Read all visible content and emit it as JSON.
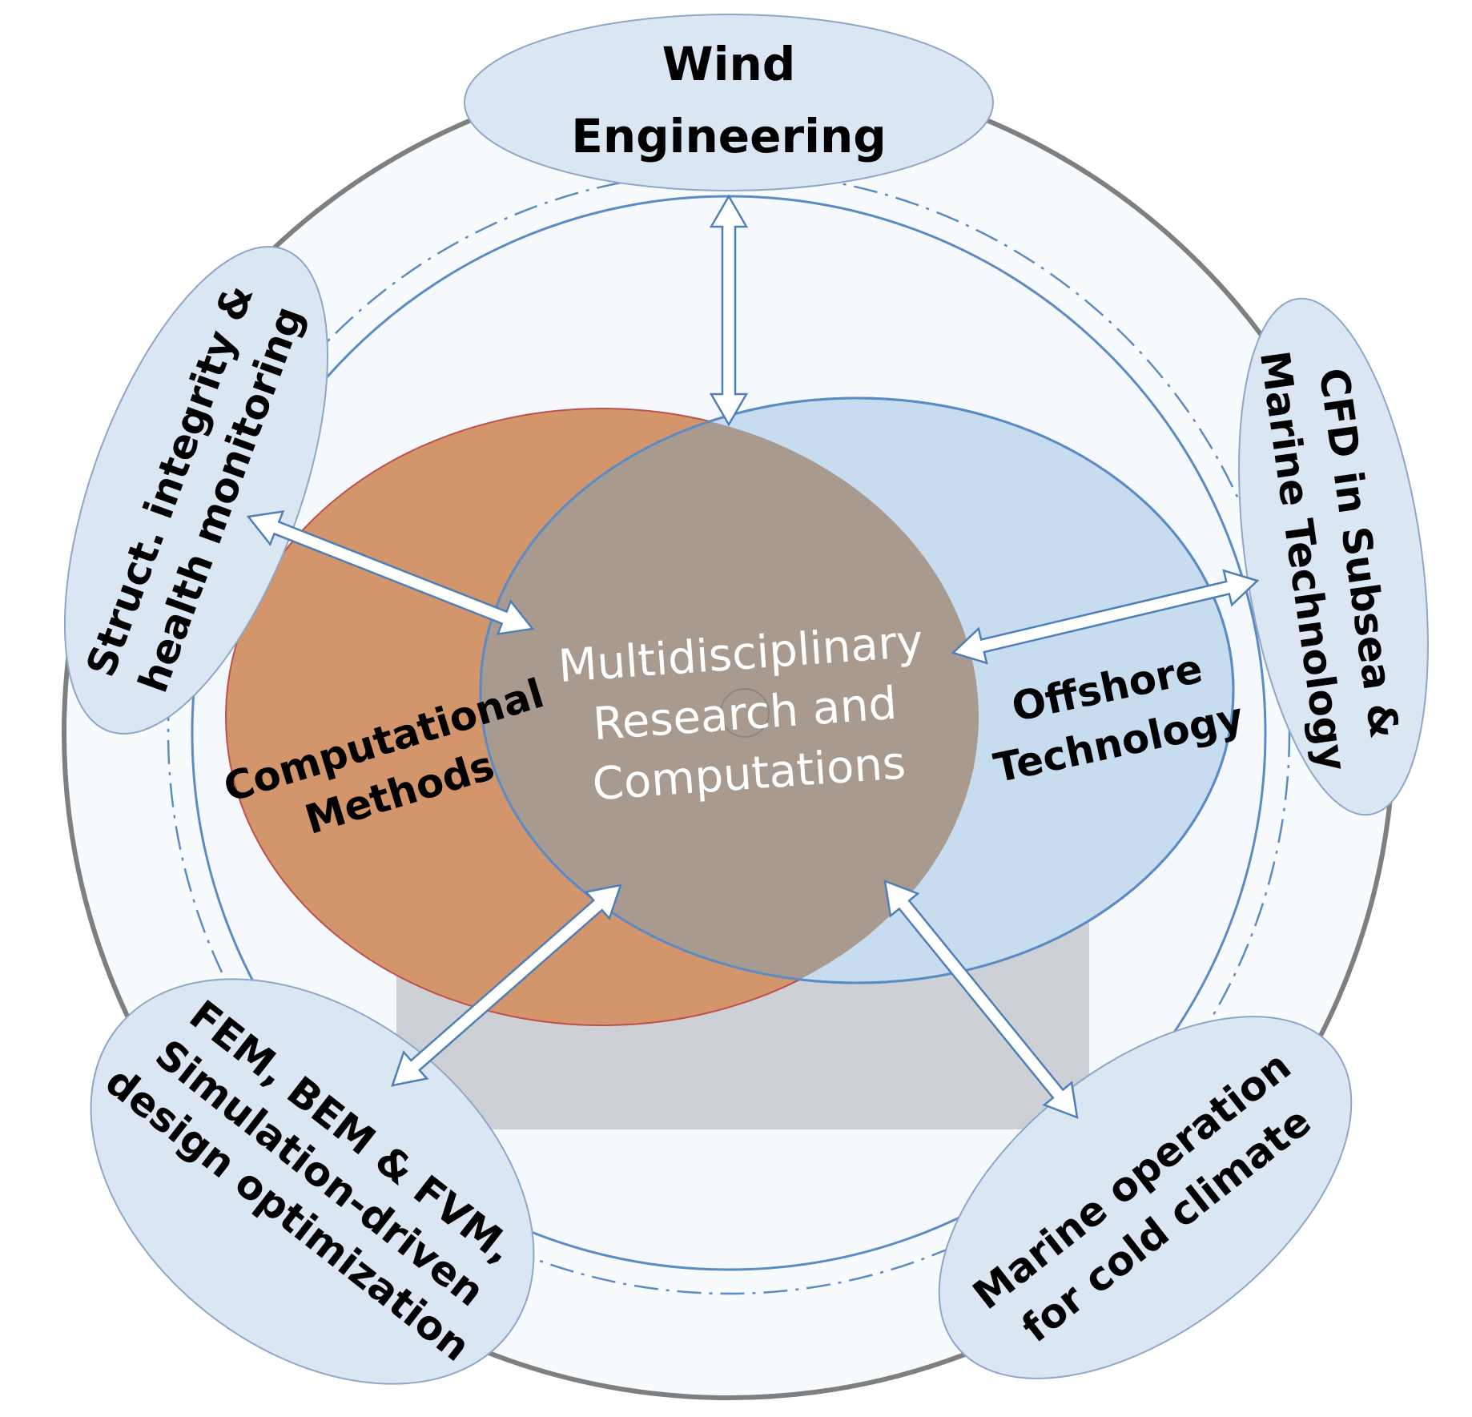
{
  "center": {
    "lines": [
      "Multidisciplinary",
      "Research and",
      "Computations"
    ]
  },
  "left_core": {
    "lines": [
      "Computational",
      "Methods"
    ],
    "color": "#d2956c"
  },
  "right_core": {
    "lines": [
      "Offshore",
      "Technology"
    ],
    "color": "#c7dcef"
  },
  "overlap_color": "#a99a90",
  "outer": {
    "wind": {
      "lines": [
        "Wind",
        "Engineering"
      ]
    },
    "cfd": {
      "lines": [
        "CFD in Subsea &",
        "Marine Technology"
      ]
    },
    "marine": {
      "lines": [
        "Marine operation",
        "for cold climate"
      ]
    },
    "fem": {
      "lines": [
        "FEM, BEM & FVM,",
        "Simulation-driven",
        "design optimization"
      ]
    },
    "struct": {
      "lines": [
        "Struct. integrity &",
        "health monitoring"
      ]
    }
  },
  "colors": {
    "outer_ring": "#7f7f7f",
    "inner_ring": "#5b8bc4",
    "ellipse_fill": "#dbe6f3",
    "arrow_stroke": "#4f7fb8"
  }
}
